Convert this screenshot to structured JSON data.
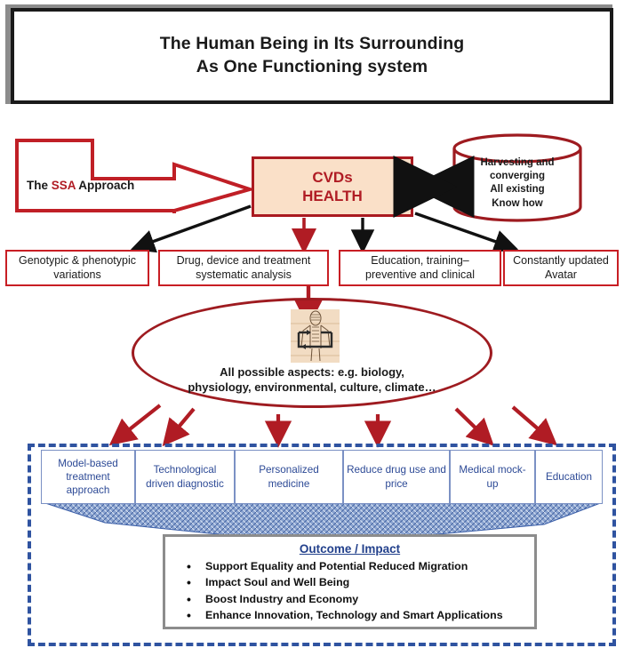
{
  "title": {
    "line1": "The Human Being in Its Surrounding",
    "line2": "As One Functioning system"
  },
  "ssa": {
    "prefix": "The ",
    "accent": "SSA",
    "suffix": " Approach"
  },
  "center": {
    "line1": "CVDs",
    "line2": "HEALTH"
  },
  "cylinder": {
    "line1": "Harvesting and",
    "line2": "converging",
    "line3": "All existing",
    "line4": "Know how"
  },
  "pillars": [
    {
      "label": "Genotypic & phenotypic variations"
    },
    {
      "label": "Drug, device and treatment systematic analysis"
    },
    {
      "label": "Education, training– preventive and clinical"
    },
    {
      "label": "Constantly updated Avatar"
    }
  ],
  "ellipse": {
    "caption_line1": "All possible aspects: e.g. biology,",
    "caption_line2": "physiology, environmental, culture, climate…",
    "figure_alt": "human-figure-sketch"
  },
  "outputs": [
    {
      "label": "Model-based treatment approach"
    },
    {
      "label": "Technological driven diagnostic"
    },
    {
      "label": "Personalized medicine"
    },
    {
      "label": "Reduce drug use and price"
    },
    {
      "label": "Medical mock-up"
    },
    {
      "label": "Education"
    }
  ],
  "outcome": {
    "title": "Outcome / Impact",
    "items": [
      "Support Equality and Potential Reduced Migration",
      "Impact Soul and Well Being",
      "Boost Industry and Economy",
      "Enhance Innovation, Technology and Smart Applications"
    ]
  },
  "colors": {
    "red": "#c81e24",
    "dark_red": "#9e1b20",
    "peach": "#fae0c8",
    "blue": "#2d4a96",
    "dashed_blue": "#2f53a0",
    "funnel_blue": "#5f7fc0",
    "black": "#1a1a1a",
    "gray": "#8c8c8c"
  }
}
